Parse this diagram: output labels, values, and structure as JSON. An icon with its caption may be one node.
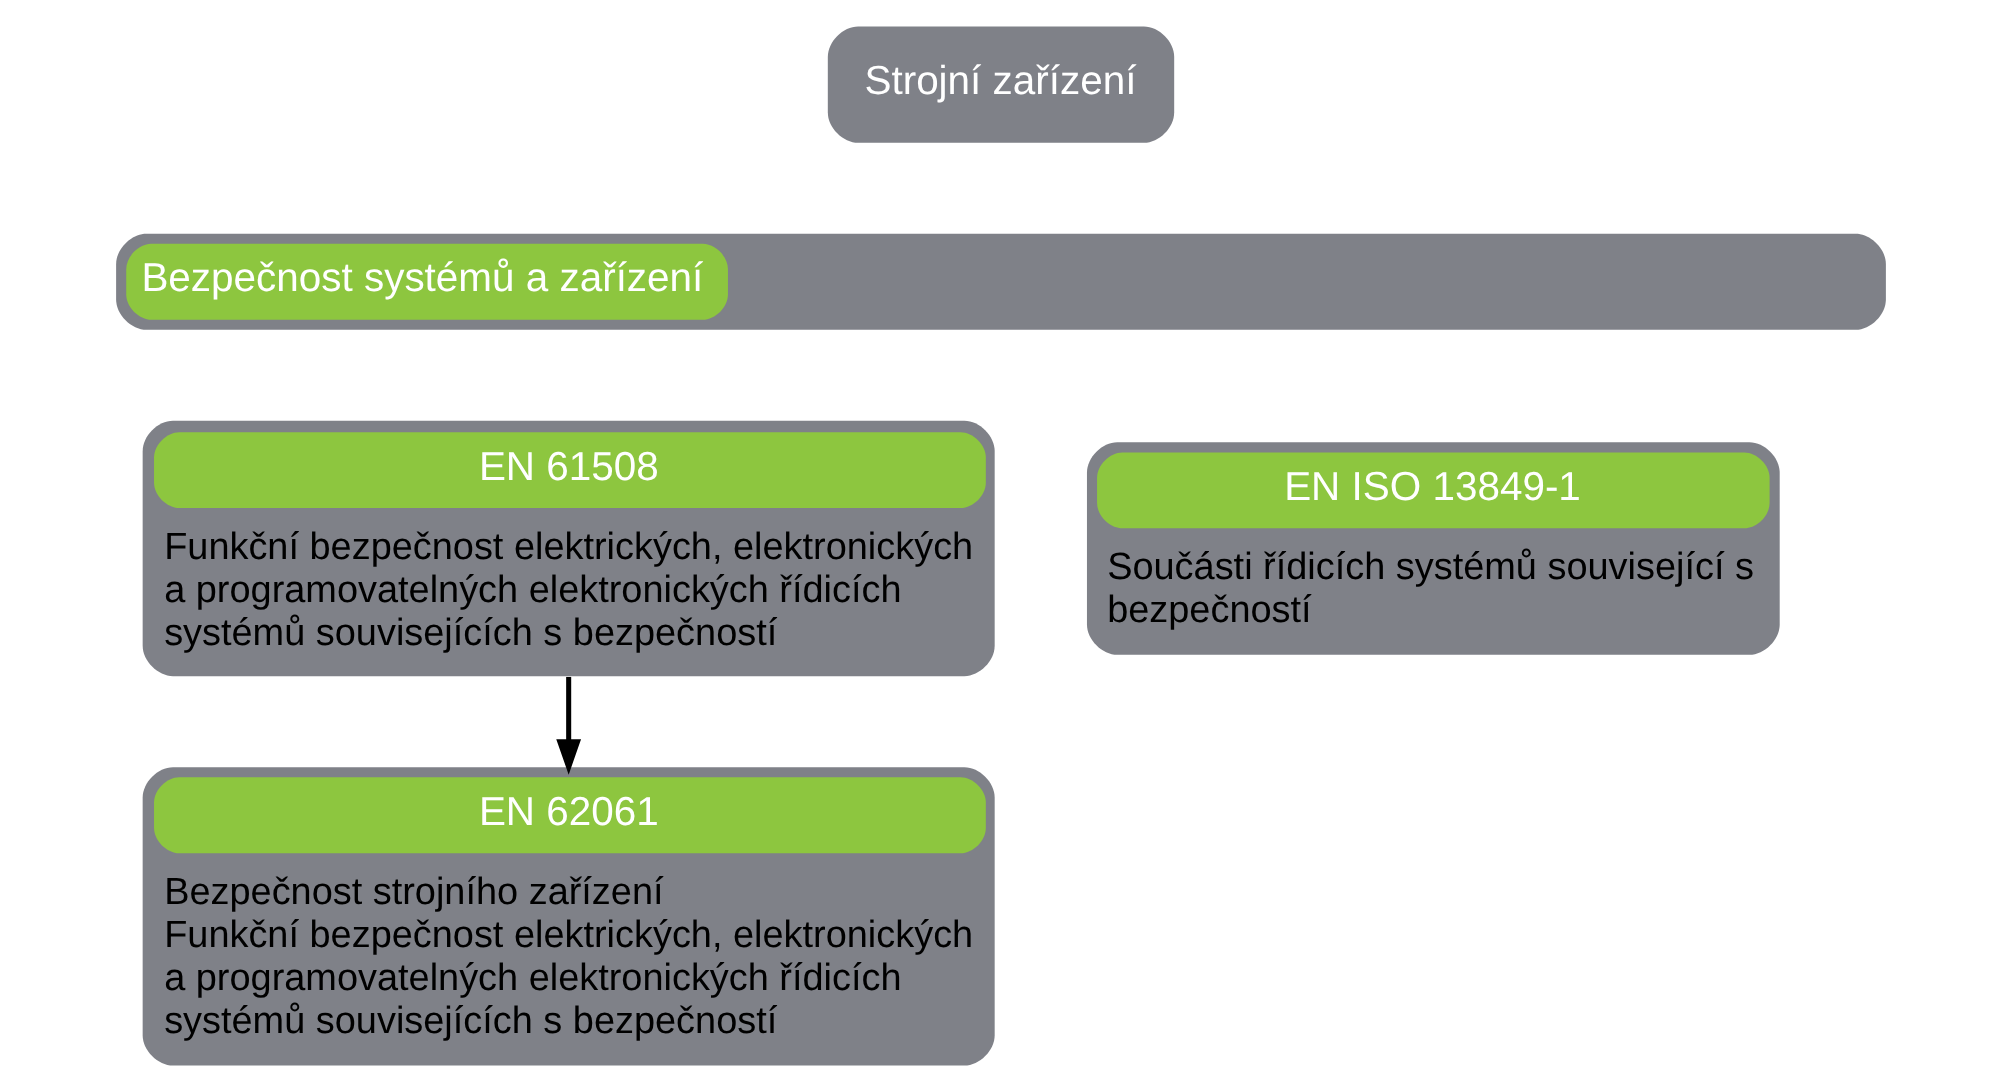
{
  "diagram": {
    "nodes": [
      {
        "text": [
          "Strojní zařízení"
        ]
      },
      {
        "text": [
          "Bezpečnost systémů a zařízení"
        ]
      },
      {
        "text": [
          "EN 61508",
          "Funkční bezpečnost elektrických, elektronických a programovatelných elektronických řídicích systémů souvisejících s bezpečností"
        ]
      },
      {
        "text": [
          "EN ISO 13849-1",
          "Součásti řídicích systémů související s bezpečností"
        ]
      },
      {
        "text": [
          "EN 62061",
          "Bezpečnost strojního zařízení",
          "Funkční bezpečnost elektrických, elektronických a programovatelných elektronických řídicích systémů souvisejících s bezpečností"
        ]
      }
    ],
    "edges": [
      {
        "from": 2,
        "to": 4,
        "arrow": "to"
      }
    ]
  }
}
